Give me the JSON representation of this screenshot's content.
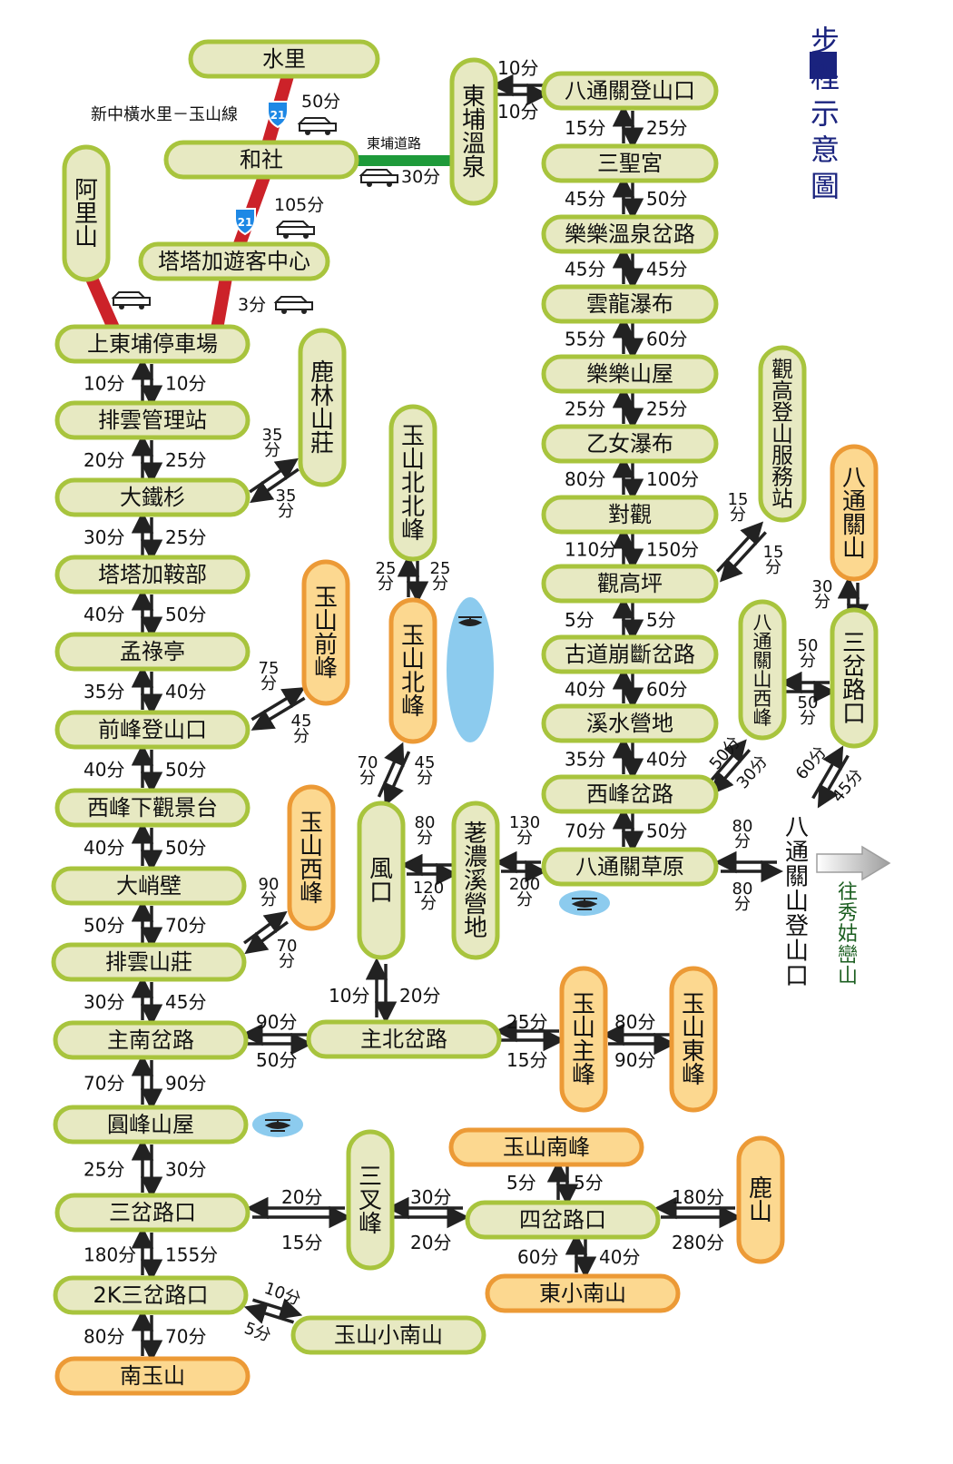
{
  "title": "步程示意圖",
  "colors": {
    "fill_green": "#e7e9c2",
    "stroke_green": "#a8c43d",
    "fill_orange": "#fcd890",
    "stroke_orange": "#ec9a36",
    "red_road": "#cc2229",
    "green_road": "#1e9a3a",
    "heli_blue": "#8ccbee",
    "title_navy": "#1a237e",
    "dark_green_text": "#1b5e20",
    "arrow": "#222222"
  },
  "road": {
    "line_name": "新中橫水里－玉山線",
    "route_badge": "21",
    "dongpu_road": "東埔道路",
    "t_shuili_heshe": "50分",
    "t_heshe_tataka": "105分",
    "t_tataka_shangdongpu": "3分",
    "t_dongpu_road": "30分"
  },
  "nodes": {
    "shuili": "水里",
    "heshe": "和社",
    "alishan": "阿里山",
    "tataka_center": "塔塔加遊客中心",
    "shangdongpu": "上東埔停車場",
    "paiyun_station": "排雲管理站",
    "tietieshan": "大鐵杉",
    "lulin": "鹿林山莊",
    "tataka_saddle": "塔塔加鞍部",
    "menglu": "孟祿亭",
    "qianfeng_trailhead": "前峰登山口",
    "qianfeng": "玉山前峰",
    "xifeng_lookout": "西峰下觀景台",
    "daqiaobi": "大峭壁",
    "paiyun_lodge": "排雲山莊",
    "xifeng": "玉山西峰",
    "zhunan_junction": "主南岔路",
    "zhubei_junction": "主北岔路",
    "yuanfeng": "圓峰山屋",
    "sancha_kou": "三岔路口",
    "sancha_peak": "三叉峰",
    "sicha": "四岔路口",
    "lushan": "鹿山",
    "nanfeng": "玉山南峰",
    "dongxiaonan": "東小南山",
    "k2_sancha": "2K三岔路口",
    "xiaonan": "玉山小南山",
    "nanyu": "南玉山",
    "fengkou": "風口",
    "beibeifeng": "玉山北北峰",
    "beifeng": "玉山北峰",
    "heli_pad": "直昇機停機坪",
    "main_peak": "玉山主峰",
    "dong_peak": "玉山東峰",
    "laonong": "荖濃溪營地",
    "dongpu_hotspring": "東埔溫泉",
    "batongguan_trailhead": "八通關登山口",
    "sansheng": "三聖宮",
    "lele_junction": "樂樂溫泉岔路",
    "yunlong": "雲龍瀑布",
    "lele_hut": "樂樂山屋",
    "yinu": "乙女瀑布",
    "duiguan": "對觀",
    "guangao_station": "觀高登山服務站",
    "guangao_ping": "觀高坪",
    "gudao": "古道崩斷岔路",
    "xishui": "溪水營地",
    "xifeng_junction": "西峰岔路",
    "batongguan_grassland": "八通關草原",
    "batongguan_west": "八通關山西峰",
    "batongguan_shan": "八通關山",
    "sancha_east": "三岔路口",
    "batongguan_east_trailhead": "八通關山登山口",
    "toward_xiuguluan": "往秀姑巒山"
  },
  "times": {
    "a1": "10分",
    "a2": "10分",
    "b1": "20分",
    "b2": "25分",
    "c1": "30分",
    "c2": "25分",
    "d1": "40分",
    "d2": "50分",
    "e1": "35分",
    "e2": "40分",
    "f1": "40分",
    "f2": "50分",
    "g1": "40分",
    "g2": "50分",
    "h1": "50分",
    "h2": "70分",
    "i1": "30分",
    "i2": "45分",
    "j1": "70分",
    "j2": "90分",
    "k1": "25分",
    "k2": "30分",
    "l1": "180分",
    "l2": "155分",
    "m1": "80分",
    "m2": "70分",
    "lulin1": "35分",
    "lulin2": "35分",
    "qian1": "75分",
    "qian2": "45分",
    "xi1": "90分",
    "xi2": "70分",
    "zn_zb1": "90分",
    "zn_zb2": "50分",
    "fk_zb1": "10分",
    "fk_zb2": "20分",
    "zb_main1": "25分",
    "zb_main2": "15分",
    "main_dong1": "80分",
    "main_dong2": "90分",
    "bf_fk1": "70分",
    "bf_fk2": "45分",
    "bbf_bf1": "25分",
    "bbf_bf2": "25分",
    "fk_ln1": "80分",
    "fk_ln2": "120分",
    "ln_bt1": "130分",
    "ln_bt2": "200分",
    "sc_scf1": "20分",
    "sc_scf2": "15分",
    "scf_si1": "30分",
    "scf_si2": "20分",
    "si_lu1": "180分",
    "si_lu2": "280分",
    "nf_si1": "5分",
    "nf_si2": "5分",
    "si_dx1": "60分",
    "si_dx2": "40分",
    "k2_xn1": "10分",
    "k2_xn2": "5分",
    "dp1": "10分",
    "dp2": "10分",
    "r1a": "15分",
    "r1b": "25分",
    "r2a": "45分",
    "r2b": "50分",
    "r3a": "45分",
    "r3b": "45分",
    "r4a": "55分",
    "r4b": "60分",
    "r5a": "25分",
    "r5b": "25分",
    "r6a": "80分",
    "r6b": "100分",
    "r7a": "110分",
    "r7b": "150分",
    "r8a": "5分",
    "r8b": "5分",
    "r9a": "40分",
    "r9b": "60分",
    "r10a": "35分",
    "r10b": "40分",
    "r11a": "70分",
    "r11b": "50分",
    "gg1": "15分",
    "gg2": "15分",
    "bw1": "50分",
    "bw2": "30分",
    "ws1": "50分",
    "ws2": "50分",
    "bs1": "30分",
    "se1": "60分",
    "se2": "45分",
    "be1": "80分",
    "be2": "80分"
  }
}
